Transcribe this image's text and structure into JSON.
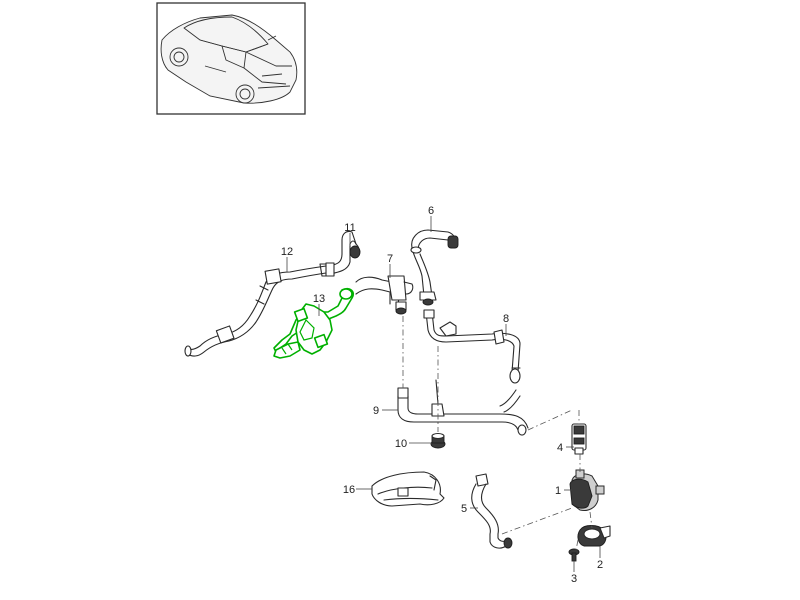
{
  "diagram": {
    "highlight_color": "#00b000",
    "callouts": {
      "c1": "1",
      "c2": "2",
      "c3": "3",
      "c4": "4",
      "c5": "5",
      "c6": "6",
      "c7": "7",
      "c8": "8",
      "c9": "9",
      "c10": "10",
      "c11": "11",
      "c12": "12",
      "c13": "13",
      "c16": "16"
    }
  }
}
